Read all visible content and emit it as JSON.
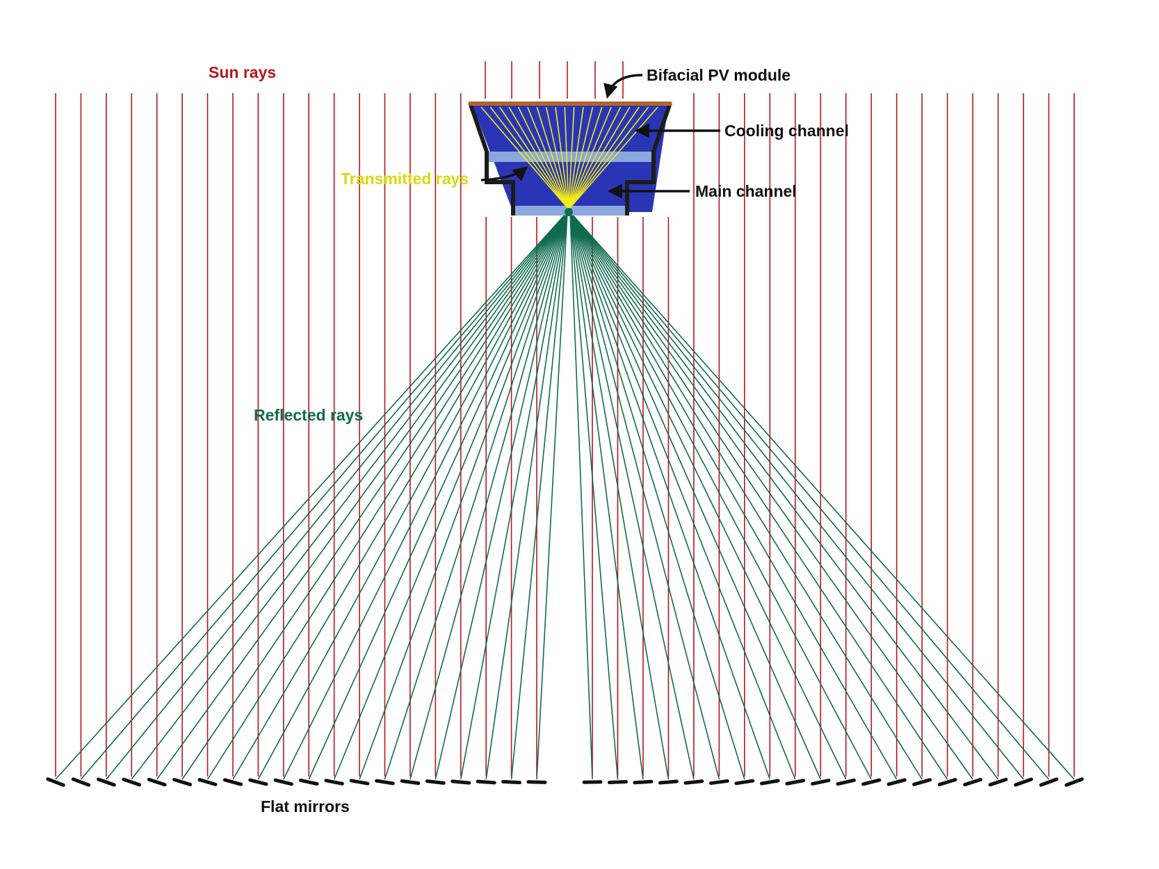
{
  "labels": {
    "sun_rays": "Sun rays",
    "bifacial_pv_module": "Bifacial PV module",
    "cooling_channel": "Cooling channel",
    "main_channel": "Main channel",
    "transmitted_rays": "Transmitted rays",
    "reflected_rays": "Reflected rays",
    "flat_mirrors": "Flat mirrors"
  },
  "colors": {
    "sun_ray": "#b3171f",
    "reflected_ray": "#0f6b4e",
    "transmitted_ray": "#f2ec1a",
    "transmitted_label": "#d9d90f",
    "main_channel": "#2a35b5",
    "glass_layer": "#8aa8dc",
    "pv_module": "#b5642a",
    "receiver_wall": "#1c1c1c",
    "mirror": "#111111",
    "text": "#111111"
  },
  "icons": {
    "annotation_arrow": "curved-arrow-icon",
    "receiver": "receiver-cross-section-icon"
  }
}
